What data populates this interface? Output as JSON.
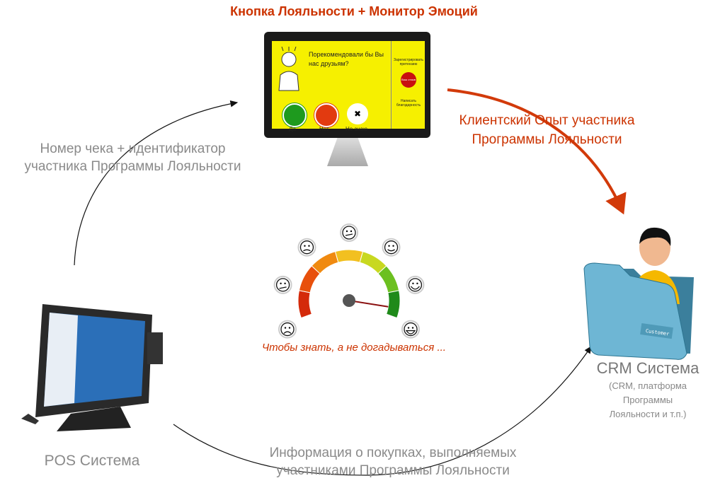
{
  "title": "Кнопка Лояльности + Монитор Эмоций",
  "left_label": [
    "Номер чека + идентификатор",
    "участника Программы Лояльности"
  ],
  "red_label": [
    "Клиентский Опыт участника",
    "Программы Лояльности"
  ],
  "bottom_label": [
    "Информация о покупках, выполняемых",
    "участниками Программы Лояльности"
  ],
  "pos_label": "POS Система",
  "crm": {
    "title": "CRM Система",
    "subtitle": [
      "(CRM,  платформа",
      "Программы",
      "Лояльности и т.п.)"
    ],
    "folder_tag": "Customer"
  },
  "slogan": "Чтобы знать, а не догадываться ...",
  "monitor": {
    "question": [
      "Порекомендовали бы Вы",
      "нас друзьям?"
    ],
    "options": [
      "Да",
      "Нет",
      "Не знаю"
    ],
    "side_top": "Зарегистрировать претензию",
    "side_button": "Ваш отзыв",
    "side_bottom": "Написать благодарность"
  },
  "gauge_value": 0.95,
  "colors": {
    "accent": "#cc3300",
    "yes": "#1e9a1e",
    "no": "#e23a10",
    "screen": "#f6f000"
  }
}
